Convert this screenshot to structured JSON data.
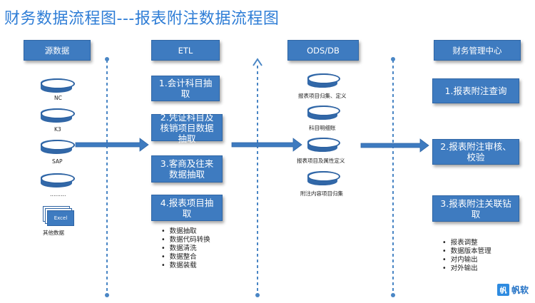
{
  "title": "财务数据流程图---报表附注数据流程图",
  "headers": {
    "source": "源数据",
    "etl": "ETL",
    "ods": "ODS/DB",
    "finance": "财务管理中心"
  },
  "sources": {
    "nc": "NC",
    "k3": "K3",
    "sap": "SAP",
    "dots": "………",
    "excel_icon": "Excel",
    "other": "其他数据"
  },
  "etl_steps": [
    "1.会计科目抽取",
    "2.凭证科目及核销项目数据抽取",
    "3.客商及往来数据抽取",
    "4.报表项目抽取"
  ],
  "etl_bullets": [
    "数据抽取",
    "数据代码转换",
    "数据清洗",
    "数据整合",
    "数据装载"
  ],
  "ods_items": [
    "报表项目归集、定义",
    "科目明细账",
    "报表项目及属性定义",
    "附注内容项目归集"
  ],
  "finance_steps": [
    "1.报表附注查询",
    "2.报表附注审核、校验",
    "3.报表附注关联钻取"
  ],
  "finance_bullets": [
    "报表调整",
    "数据版本管理",
    "对内输出",
    "对外输出"
  ],
  "logo": {
    "mark": "帆",
    "text": "帆软"
  },
  "colors": {
    "box": "#3e7bc0",
    "title": "#2e7dd6",
    "line": "#4a86c5"
  }
}
